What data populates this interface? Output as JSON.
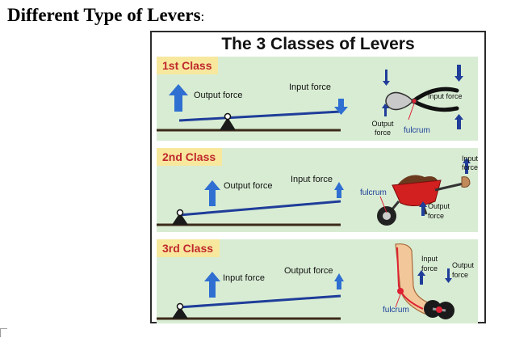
{
  "heading": {
    "text": "Different Type of Levers",
    "colon": ":"
  },
  "panel": {
    "title": "The 3 Classes of Levers"
  },
  "classes": [
    {
      "tag": "1st Class",
      "output_label": "Output force",
      "input_label": "Input force",
      "device_labels": {
        "input": "Input force",
        "output": "Output force",
        "fulcrum": "fulcrum"
      }
    },
    {
      "tag": "2nd Class",
      "output_label": "Output force",
      "input_label": "Input force",
      "device_labels": {
        "input": "Input force",
        "output": "Output force",
        "fulcrum": "fulcrum"
      }
    },
    {
      "tag": "3rd Class",
      "output_label": "Output force",
      "input_label": "Input force",
      "device_labels": {
        "input": "Input force",
        "output": "Output force",
        "fulcrum": "fulcrum"
      }
    }
  ],
  "colors": {
    "beam": "#1f3d99",
    "arrow": "#2e6fd1",
    "ground": "#3b2a1a",
    "tag_bg": "#f7e89e",
    "tag_text": "#c0272d",
    "section_bg": "#d8ecd3"
  }
}
